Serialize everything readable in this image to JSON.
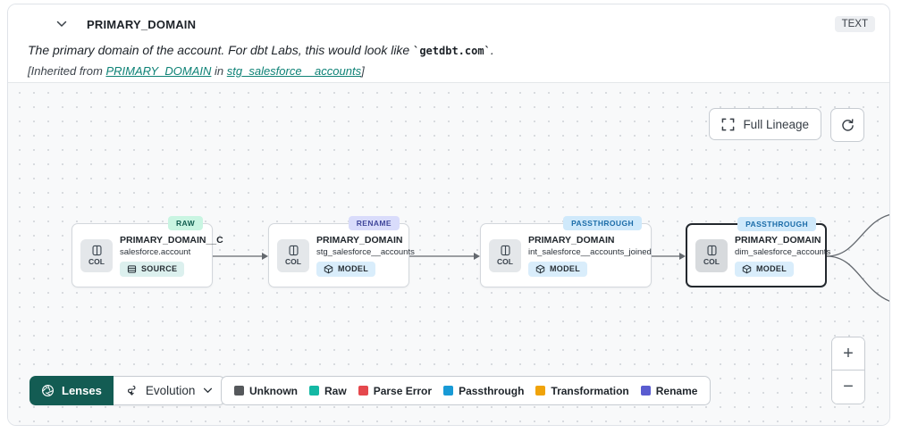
{
  "header": {
    "title": "PRIMARY_DOMAIN",
    "data_type_badge": "TEXT",
    "description": {
      "prefix": "The primary domain of the account. For dbt Labs, this would look like ",
      "code": "`getdbt.com`",
      "suffix": "."
    },
    "inherited": {
      "prefix": "[Inherited from ",
      "column_link": "PRIMARY_DOMAIN",
      "middle": " in ",
      "model_link": "stg_salesforce__accounts",
      "suffix": "]"
    }
  },
  "toolbar": {
    "full_lineage_label": "Full Lineage"
  },
  "lineage": {
    "nodes": [
      {
        "evolution_badge": "RAW",
        "col_label": "COL",
        "title": "PRIMARY_DOMAIN__C",
        "subtitle": "salesforce.account",
        "resource_type": "SOURCE",
        "selected": false
      },
      {
        "evolution_badge": "RENAME",
        "col_label": "COL",
        "title": "PRIMARY_DOMAIN",
        "subtitle": "stg_salesforce__accounts",
        "resource_type": "MODEL",
        "selected": false
      },
      {
        "evolution_badge": "PASSTHROUGH",
        "col_label": "COL",
        "title": "PRIMARY_DOMAIN",
        "subtitle": "int_salesforce__accounts_joined",
        "resource_type": "MODEL",
        "selected": false
      },
      {
        "evolution_badge": "PASSTHROUGH",
        "col_label": "COL",
        "title": "PRIMARY_DOMAIN",
        "subtitle": "dim_salesforce_accounts",
        "resource_type": "MODEL",
        "selected": true
      }
    ]
  },
  "lenses": {
    "button_label": "Lenses",
    "active_lens": "Evolution"
  },
  "legend": {
    "items": [
      {
        "label": "Unknown",
        "color": "#55585b"
      },
      {
        "label": "Raw",
        "color": "#14b8a4"
      },
      {
        "label": "Parse Error",
        "color": "#e5484d"
      },
      {
        "label": "Passthrough",
        "color": "#189ad6"
      },
      {
        "label": "Transformation",
        "color": "#f0a30a"
      },
      {
        "label": "Rename",
        "color": "#5a5cd0"
      }
    ]
  },
  "zoom_controls": {
    "zoom_in": "+",
    "zoom_out": "−"
  },
  "colors": {
    "link_teal": "#0e8276",
    "lenses_button_bg": "#135c53",
    "canvas_bg": "#f8f9fa",
    "edge": "#63686e",
    "raw_badge_bg": "#c9f5e2",
    "rename_badge_bg": "#d9dcfb",
    "passthrough_badge_bg": "#cfe9fb"
  }
}
